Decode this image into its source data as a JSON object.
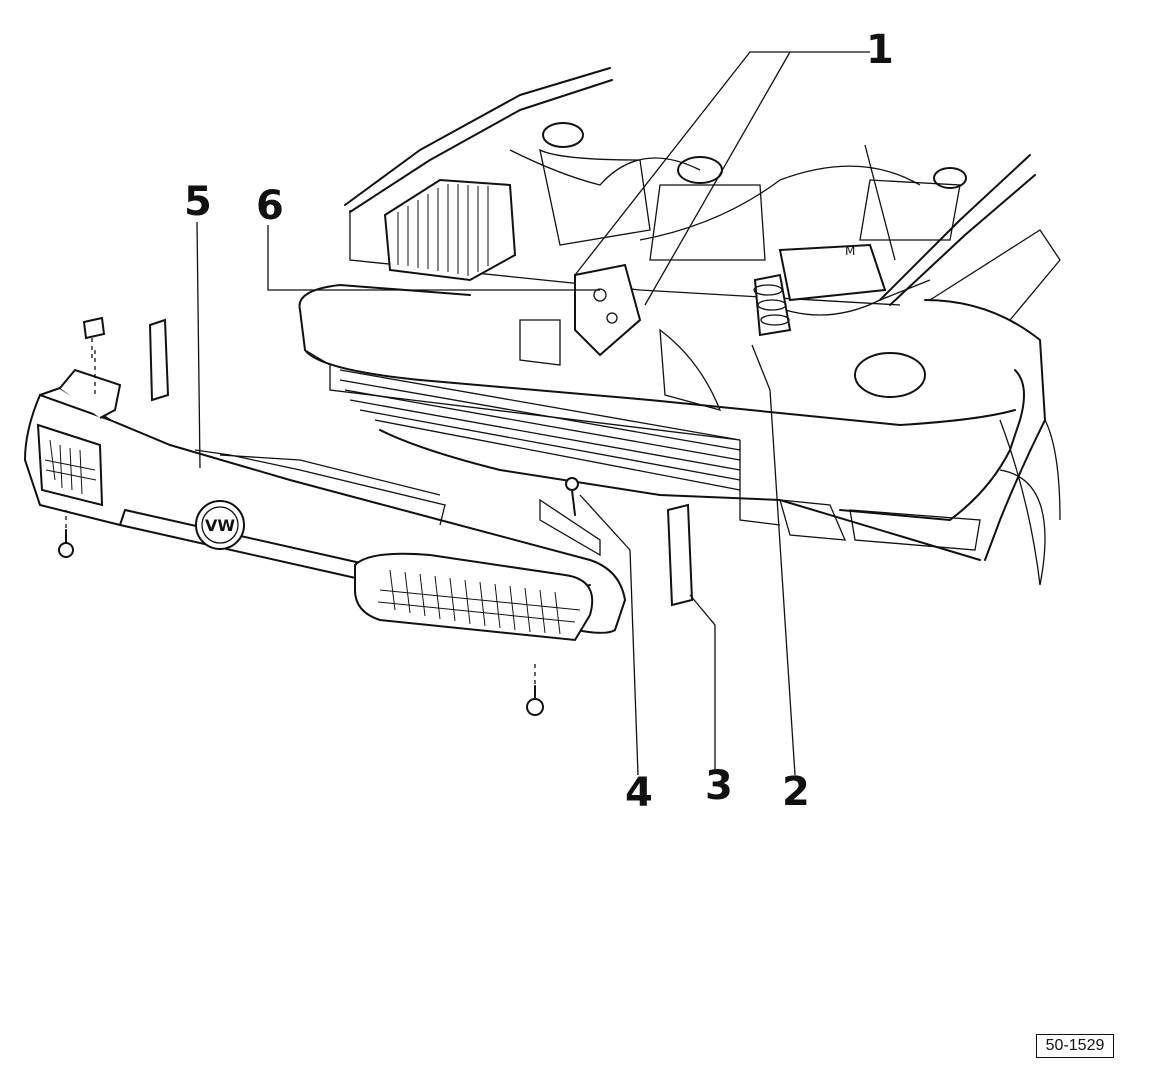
{
  "callouts": {
    "c1": "1",
    "c2": "2",
    "c3": "3",
    "c4": "4",
    "c5": "5",
    "c6": "6"
  },
  "reference": "50-1529",
  "emblem": "VW"
}
